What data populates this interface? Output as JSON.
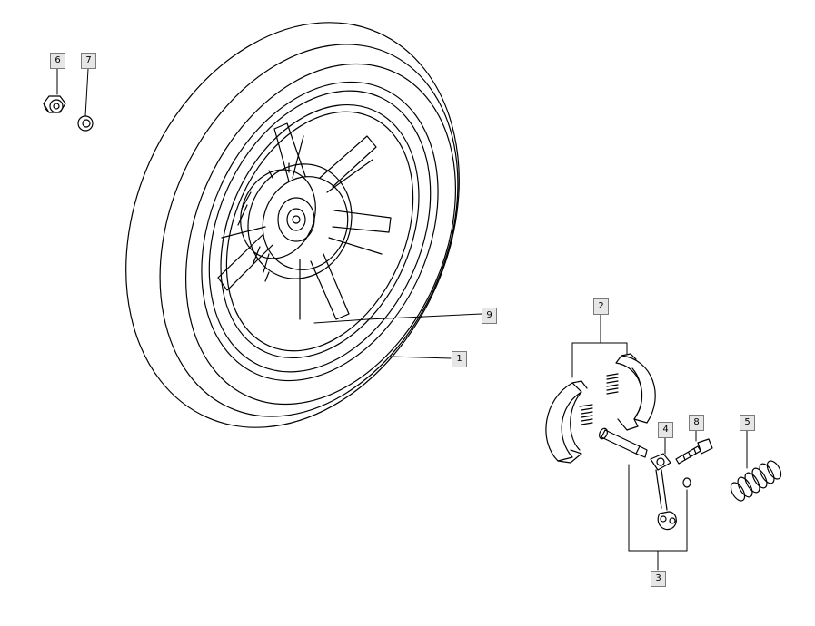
{
  "diagram": {
    "callouts": [
      {
        "id": "6",
        "label": "6"
      },
      {
        "id": "7",
        "label": "7"
      },
      {
        "id": "9",
        "label": "9"
      },
      {
        "id": "1",
        "label": "1"
      },
      {
        "id": "2",
        "label": "2"
      },
      {
        "id": "4",
        "label": "4"
      },
      {
        "id": "8",
        "label": "8"
      },
      {
        "id": "5",
        "label": "5"
      },
      {
        "id": "3",
        "label": "3"
      }
    ]
  }
}
